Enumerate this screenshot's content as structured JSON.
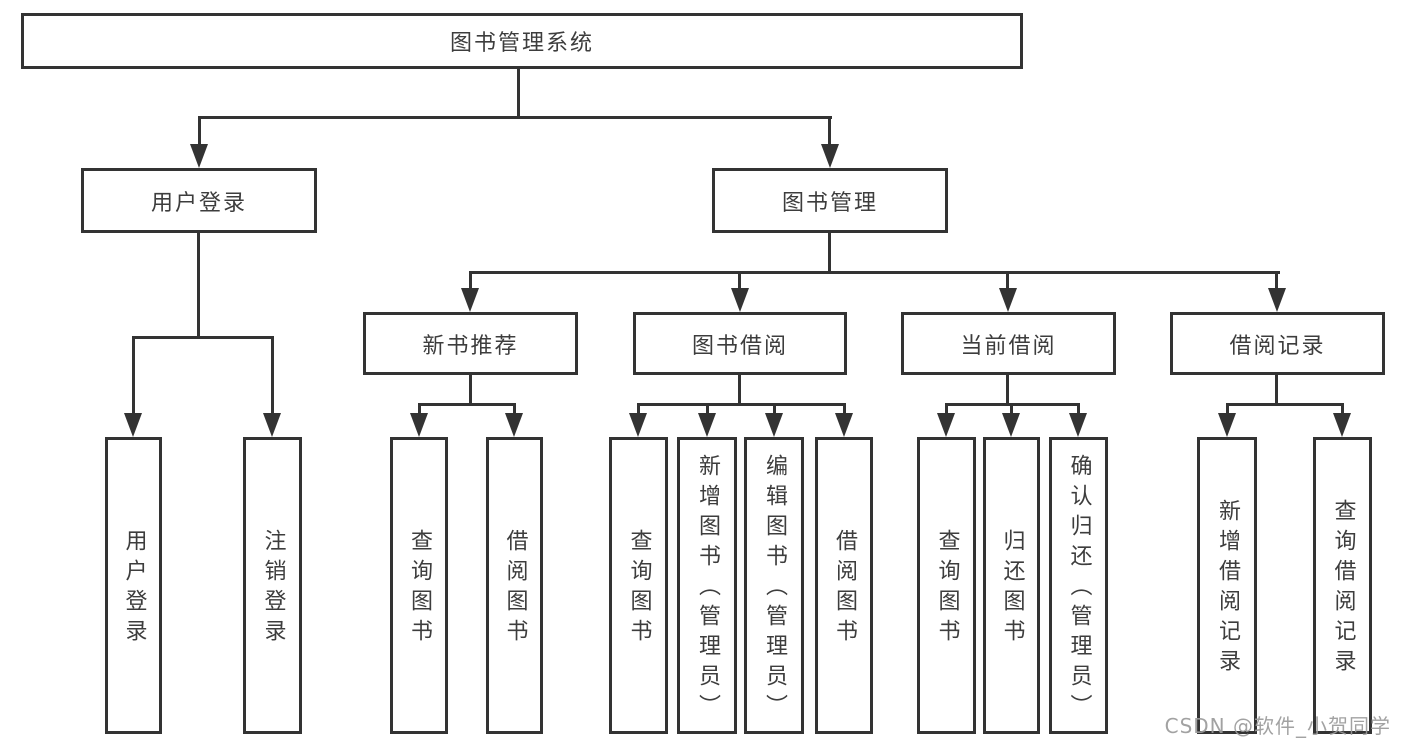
{
  "diagram": {
    "type": "hierarchy-chart",
    "tree": {
      "label": "图书管理系统",
      "children": [
        {
          "label": "用户登录",
          "children": [
            {
              "label": "用户登录"
            },
            {
              "label": "注销登录"
            }
          ]
        },
        {
          "label": "图书管理",
          "children": [
            {
              "label": "新书推荐",
              "children": [
                {
                  "label": "查询图书"
                },
                {
                  "label": "借阅图书"
                }
              ]
            },
            {
              "label": "图书借阅",
              "children": [
                {
                  "label": "查询图书"
                },
                {
                  "label": "新增图书（管理员）"
                },
                {
                  "label": "编辑图书（管理员）"
                },
                {
                  "label": "借阅图书"
                }
              ]
            },
            {
              "label": "当前借阅",
              "children": [
                {
                  "label": "查询图书"
                },
                {
                  "label": "归还图书"
                },
                {
                  "label": "确认归还（管理员）"
                }
              ]
            },
            {
              "label": "借阅记录",
              "children": [
                {
                  "label": "新增借阅记录"
                },
                {
                  "label": "查询借阅记录"
                }
              ]
            }
          ]
        }
      ]
    },
    "colors": {
      "line": "#333333",
      "text": "#3d3d3d",
      "background": "#ffffff",
      "watermark": "#9b9b9b"
    }
  },
  "watermark": "CSDN @软件_小贺同学"
}
